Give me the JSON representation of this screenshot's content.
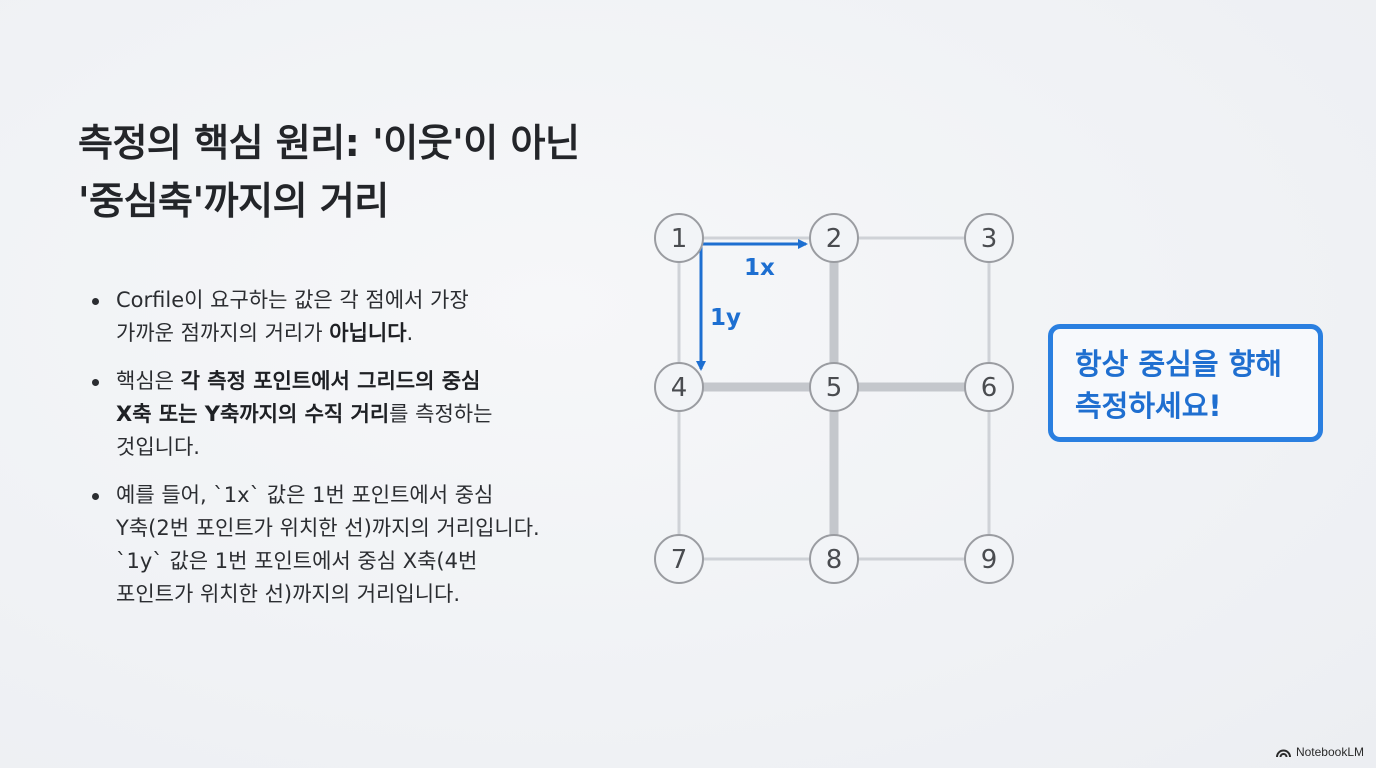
{
  "title": {
    "line1": "측정의 핵심 원리: '이웃'이 아닌",
    "line2": "'중심축'까지의 거리"
  },
  "bullets": [
    {
      "line1": "Corfile이 요구하는 값은 각 점에서 가장",
      "line2_plain": "가까운 점까지의 거리가 ",
      "line2_bold": "아닙니다",
      "line2_tail": "."
    },
    {
      "line1_plain": "핵심은 ",
      "line1_bold": "각 측정 포인트에서 그리드의 중심",
      "line2_bold": "X축 또는 Y축까지의 수직 거리",
      "line2_plain": "를 측정하는",
      "line3": "것입니다."
    },
    {
      "line1": "예를 들어, `1x` 값은 1번 포인트에서 중심",
      "line2": "Y축(2번 포인트가 위치한 선)까지의 거리입니다.",
      "line3": "`1y` 값은 1번 포인트에서 중심 X축(4번",
      "line4": "포인트가 위치한 선)까지의 거리입니다."
    }
  ],
  "diagram": {
    "nodes": [
      "1",
      "2",
      "3",
      "4",
      "5",
      "6",
      "7",
      "8",
      "9"
    ],
    "measure_x": "1x",
    "measure_y": "1y",
    "accent_color": "#1d6fd1",
    "grid_color": "#cfd2d7",
    "center_axis_color": "#c4c7cc"
  },
  "callout": {
    "line1": "항상 중심을 향해",
    "line2": "측정하세요!"
  },
  "watermark": {
    "icon": "notebooklm-logo-icon",
    "text": "NotebookLM"
  }
}
